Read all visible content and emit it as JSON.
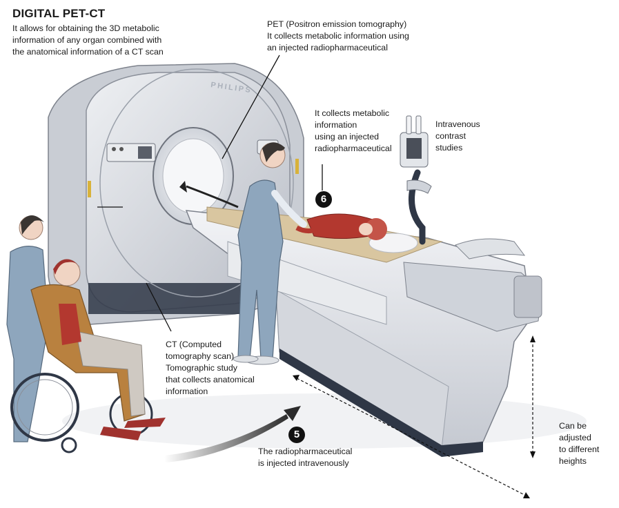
{
  "title": "DIGITAL PET-CT",
  "intro": "It allows for obtaining the 3D metabolic\ninformation of any organ combined with\nthe anatomical information of a CT scan",
  "brand": "PHILIPS",
  "callouts": {
    "pet": "PET (Positron emission tomography)\nIt collects metabolic information using\nan injected radiopharmaceutical",
    "metabolic": "It collects metabolic\ninformation\nusing an injected\nradiopharmaceutical",
    "contrast": "Intravenous\ncontrast\nstudies",
    "ct": "CT (Computed\ntomography scan)\nTomographic study\nthat collects anatomical\ninformation",
    "injection": "The radiopharmaceutical\nis injected intravenously",
    "height": "Can be adjusted\nto different\nheights"
  },
  "steps": {
    "five": "5",
    "six": "6"
  },
  "colors": {
    "ink": "#111111",
    "scanner_body": "#dde0e5",
    "scanner_shade": "#b9bdc6",
    "scrubs": "#8ea6bd",
    "hair_red": "#a0322e",
    "table": "#e6e8ec",
    "pad": "#d9c6a0"
  }
}
